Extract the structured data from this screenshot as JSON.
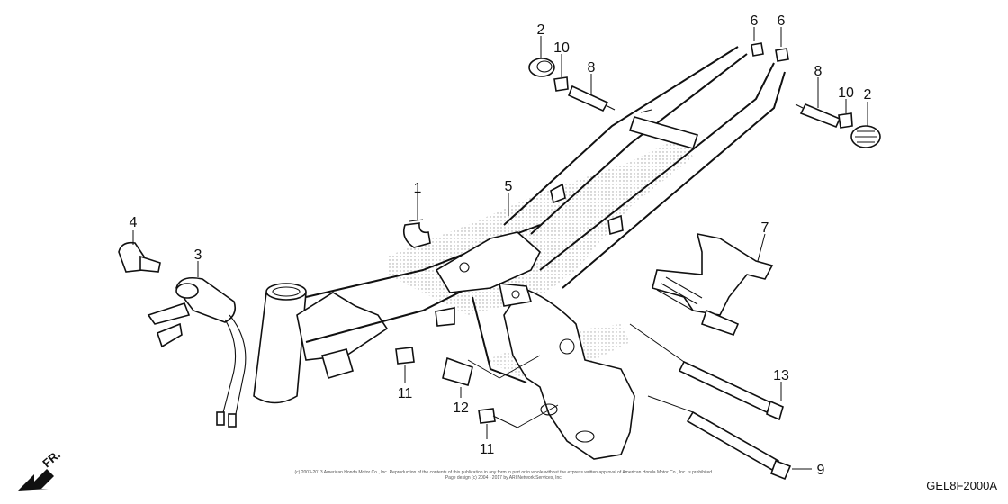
{
  "diagram_id": "GEL8F2000A",
  "direction_label": "FR.",
  "copyright_line1": "(c) 2003-2013 American Honda Motor Co., Inc. Reproduction of the contents of this publication in any form in part or in whole without the express written approval of American Honda Motor Co., Inc. is prohibited.",
  "copyright_line2": "Page design (c) 2004 - 2017 by ARI Network Services, Inc.",
  "callouts": [
    {
      "id": "c1",
      "label": "1"
    },
    {
      "id": "c2a",
      "label": "2"
    },
    {
      "id": "c2b",
      "label": "2"
    },
    {
      "id": "c3",
      "label": "3"
    },
    {
      "id": "c4",
      "label": "4"
    },
    {
      "id": "c5",
      "label": "5"
    },
    {
      "id": "c6a",
      "label": "6"
    },
    {
      "id": "c6b",
      "label": "6"
    },
    {
      "id": "c7",
      "label": "7"
    },
    {
      "id": "c8a",
      "label": "8"
    },
    {
      "id": "c8b",
      "label": "8"
    },
    {
      "id": "c9",
      "label": "9"
    },
    {
      "id": "c10a",
      "label": "10"
    },
    {
      "id": "c10b",
      "label": "10"
    },
    {
      "id": "c11a",
      "label": "11"
    },
    {
      "id": "c11b",
      "label": "11"
    },
    {
      "id": "c12",
      "label": "12"
    },
    {
      "id": "c13",
      "label": "13"
    }
  ]
}
